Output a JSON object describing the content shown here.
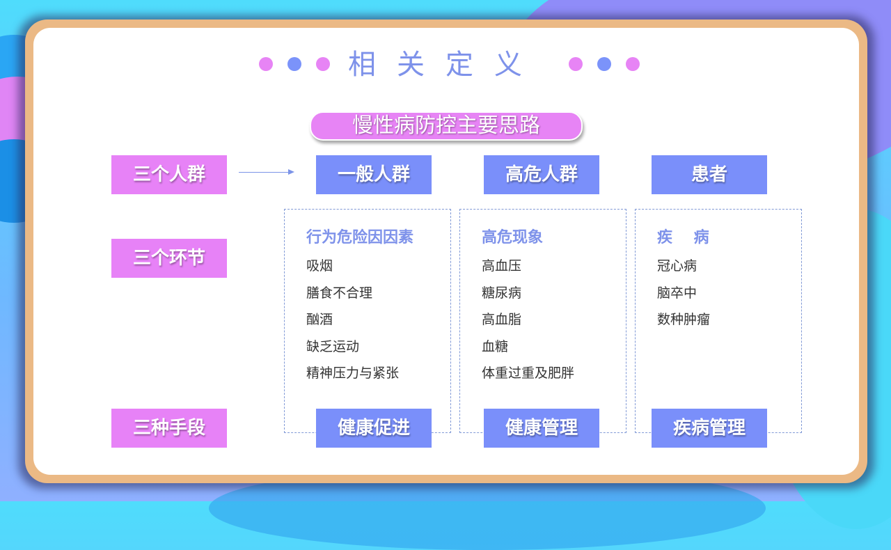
{
  "slide": {
    "title": "相关定义",
    "subtitle": "慢性病防控主要思路",
    "colors": {
      "pink": "#e784f5",
      "blue": "#7a8ffa",
      "title_blue": "#7e92ea",
      "frame": "#ebb985"
    }
  },
  "rows": [
    {
      "label": "三个人群"
    },
    {
      "label": "三个环节"
    },
    {
      "label": "三种手段"
    }
  ],
  "groups": [
    {
      "population": "一般人群",
      "stage_title": "行为危险因因素",
      "items": [
        "吸烟",
        "膳食不合理",
        "酗酒",
        "缺乏运动",
        "精神压力与紧张"
      ],
      "method": "健康促进"
    },
    {
      "population": "高危人群",
      "stage_title": "高危现象",
      "items": [
        "高血压",
        "糖尿病",
        "高血脂",
        "血糖",
        "体重过重及肥胖"
      ],
      "method": "健康管理"
    },
    {
      "population": "患者",
      "stage_title": "疾    病",
      "items": [
        "冠心病",
        "脑卒中",
        "数种肿瘤"
      ],
      "method": "疾病管理"
    }
  ]
}
